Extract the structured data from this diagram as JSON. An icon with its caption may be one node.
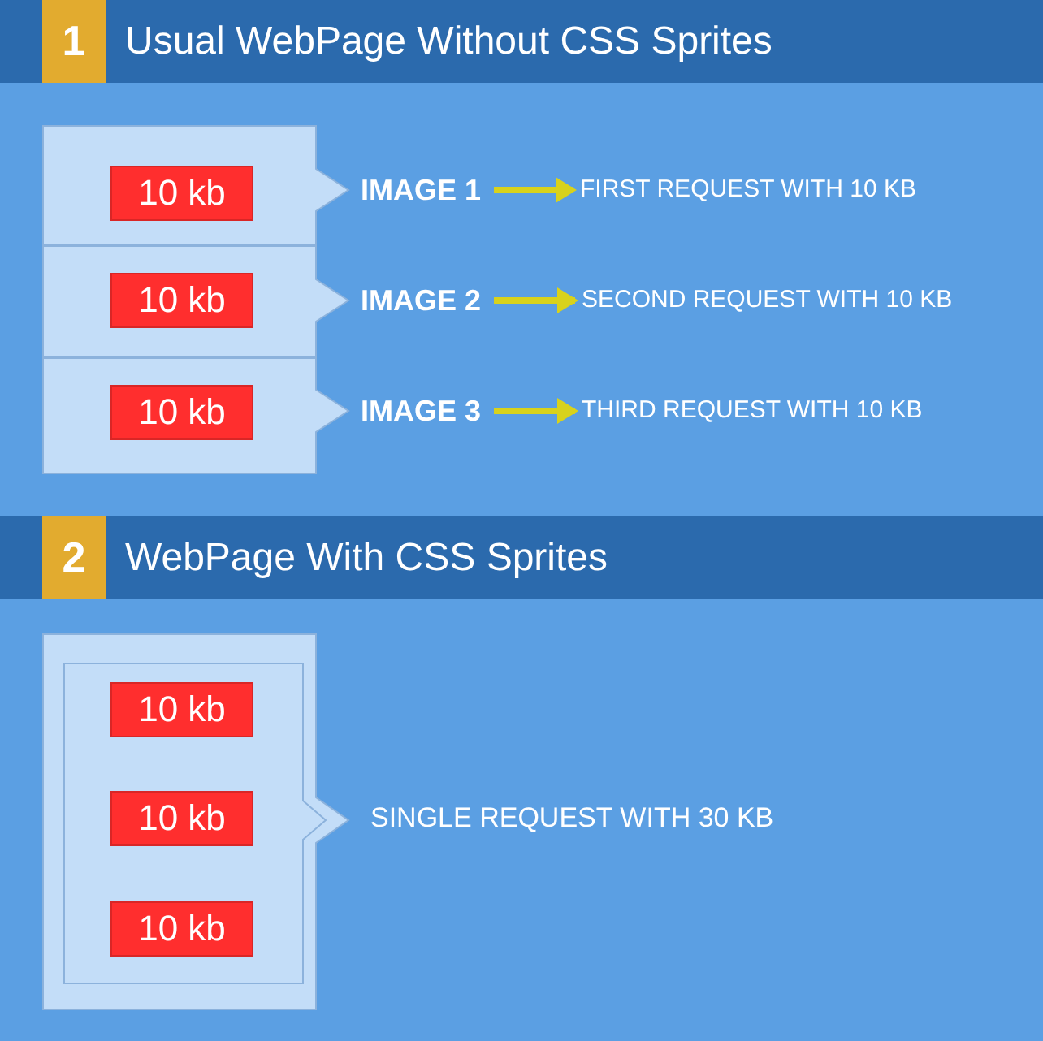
{
  "diagram": {
    "nodes": [
      {
        "text": [
          "Usual WebPage Without CSS Sprites"
        ]
      },
      {
        "text": [
          "1"
        ],
        "in": 0
      },
      {
        "text": [],
        "shape": "callout"
      },
      {
        "text": [
          "10 kb"
        ],
        "in": 2
      },
      {
        "text": [
          "IMAGE 1"
        ]
      },
      {
        "text": [
          "FIRST REQUEST WITH 10 KB"
        ]
      },
      {
        "text": [],
        "shape": "callout"
      },
      {
        "text": [
          "10 kb"
        ],
        "in": 6
      },
      {
        "text": [
          "IMAGE 2"
        ]
      },
      {
        "text": [
          "SECOND REQUEST WITH 10 KB"
        ]
      },
      {
        "text": [],
        "shape": "callout"
      },
      {
        "text": [
          "10 kb"
        ],
        "in": 10
      },
      {
        "text": [
          "IMAGE 3"
        ]
      },
      {
        "text": [
          "THIRD REQUEST WITH 10 KB"
        ]
      },
      {
        "text": [
          "WebPage With CSS Sprites"
        ]
      },
      {
        "text": [
          "2"
        ],
        "in": 14
      },
      {
        "text": [],
        "shape": "callout"
      },
      {
        "text": [],
        "shape": "callout",
        "in": 16
      },
      {
        "text": [
          "10 kb"
        ],
        "in": 17
      },
      {
        "text": [
          "10 kb"
        ],
        "in": 17
      },
      {
        "text": [
          "10 kb"
        ],
        "in": 17
      },
      {
        "text": [
          "SINGLE REQUEST WITH 30 KB"
        ]
      }
    ],
    "edges": [
      {
        "from": 4,
        "to": 5,
        "arrow": "to"
      },
      {
        "from": 8,
        "to": 9,
        "arrow": "to"
      },
      {
        "from": 12,
        "to": 13,
        "arrow": "to"
      }
    ]
  }
}
